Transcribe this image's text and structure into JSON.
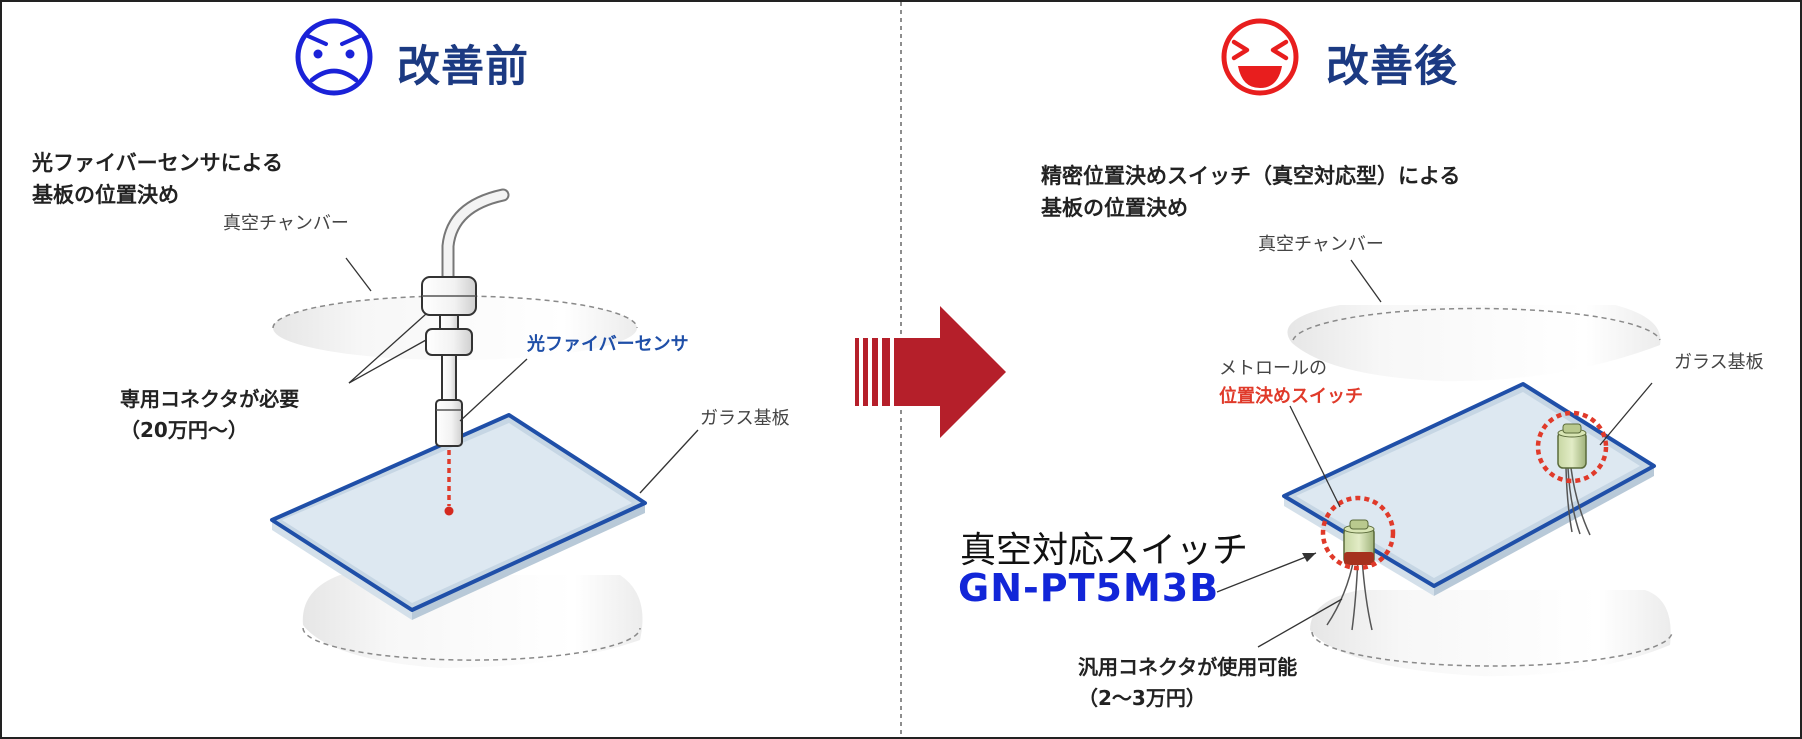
{
  "before": {
    "heading": "改善前",
    "face_icon": "sad-face-icon",
    "face_color": "#1a22d8",
    "description_lines": [
      "光ファイバーセンサによる",
      "基板の位置決め"
    ],
    "chamber_label": "真空チャンバー",
    "sensor_label": "光ファイバーセンサ",
    "glass_label": "ガラス基板",
    "connector_note_lines": [
      "専用コネクタが必要",
      "（20万円～）"
    ]
  },
  "after": {
    "heading": "改善後",
    "face_icon": "laughing-face-icon",
    "face_color": "#e81e1e",
    "description_lines": [
      "精密位置決めスイッチ（真空対応型）による",
      "基板の位置決め"
    ],
    "chamber_label": "真空チャンバー",
    "switch_label_line1": "メトロールの",
    "switch_label_line2": "位置決めスイッチ",
    "glass_label": "ガラス基板",
    "vacuum_switch_label": "真空対応スイッチ",
    "model_number": "GN-PT5M3B",
    "connector_note_lines": [
      "汎用コネクタが使用可能",
      "（2～3万円）"
    ]
  },
  "arrow": {
    "icon": "right-arrow-icon",
    "color": "#b51f2a"
  },
  "colors": {
    "border": "#222222",
    "heading": "#1c3a82",
    "glass_edge": "#1f4fa8",
    "accent_red": "#e03a2a",
    "model_blue": "#1226d8"
  }
}
